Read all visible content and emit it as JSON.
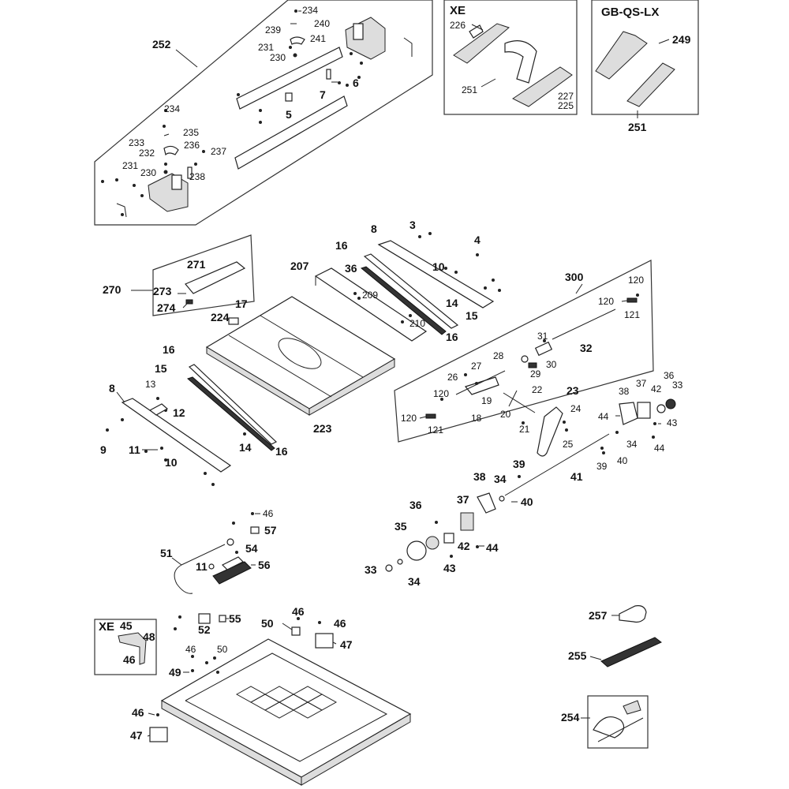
{
  "panels": {
    "xe_top": {
      "title": "XE"
    },
    "gb_top": {
      "title": "GB-QS-LX"
    },
    "xe_bottom": {
      "title": "XE"
    }
  },
  "labels": {
    "l252": "252",
    "l234a": "234",
    "l240": "240",
    "l239": "239",
    "l241": "241",
    "l231a": "231",
    "l230a": "230",
    "l7": "7",
    "l6": "6",
    "l5": "5",
    "l234b": "234",
    "l235": "235",
    "l233": "233",
    "l236": "236",
    "l232": "232",
    "l237": "237",
    "l231b": "231",
    "l230b": "230",
    "l238": "238",
    "l226": "226",
    "l251a": "251",
    "l227": "227",
    "l225": "225",
    "l249": "249",
    "l251b": "251",
    "l8a": "8",
    "l3": "3",
    "l4": "4",
    "l16a": "16",
    "l10a": "10",
    "l207": "207",
    "l36a": "36",
    "l209": "209",
    "l14a": "14",
    "l15a": "15",
    "l210": "210",
    "l16b": "16",
    "l271": "271",
    "l270": "270",
    "l273": "273",
    "l274": "274",
    "l17": "17",
    "l224": "224",
    "l16c": "16",
    "l15b": "15",
    "l8b": "8",
    "l13": "13",
    "l12": "12",
    "l223": "223",
    "l9": "9",
    "l14b": "14",
    "l16d": "16",
    "l11a": "11",
    "l10b": "10",
    "l300": "300",
    "l120a": "120",
    "l120b": "120",
    "l121a": "121",
    "l31": "31",
    "l32": "32",
    "l28": "28",
    "l30": "30",
    "l27": "27",
    "l26": "26",
    "l29": "29",
    "l120c": "120",
    "l22": "22",
    "l19": "19",
    "l18": "18",
    "l20": "20",
    "l120d": "120",
    "l121b": "121",
    "l21": "21",
    "l23": "23",
    "l24": "24",
    "l25": "25",
    "l38a": "38",
    "l37a": "37",
    "l36b": "36",
    "l33a": "33",
    "l42a": "42",
    "l44a": "44",
    "l43a": "43",
    "l34a": "34",
    "l44b": "44",
    "l40a": "40",
    "l39a": "39",
    "l39b": "39",
    "l41": "41",
    "l38b": "38",
    "l34b": "34",
    "l40b": "40",
    "l36c": "36",
    "l37b": "37",
    "l35": "35",
    "l42b": "42",
    "l44c": "44",
    "l33b": "33",
    "l34c": "34",
    "l43b": "43",
    "l46a": "46",
    "l57": "57",
    "l54": "54",
    "l51": "51",
    "l11b": "11",
    "l56": "56",
    "l45": "45",
    "l48": "48",
    "l46b": "46",
    "l55": "55",
    "l52": "52",
    "l46c": "46",
    "l46d": "46",
    "l50a": "50",
    "l47a": "47",
    "l46e": "46",
    "l50b": "50",
    "l49": "49",
    "l46f": "46",
    "l47b": "47",
    "l257": "257",
    "l255": "255",
    "l254": "254"
  }
}
